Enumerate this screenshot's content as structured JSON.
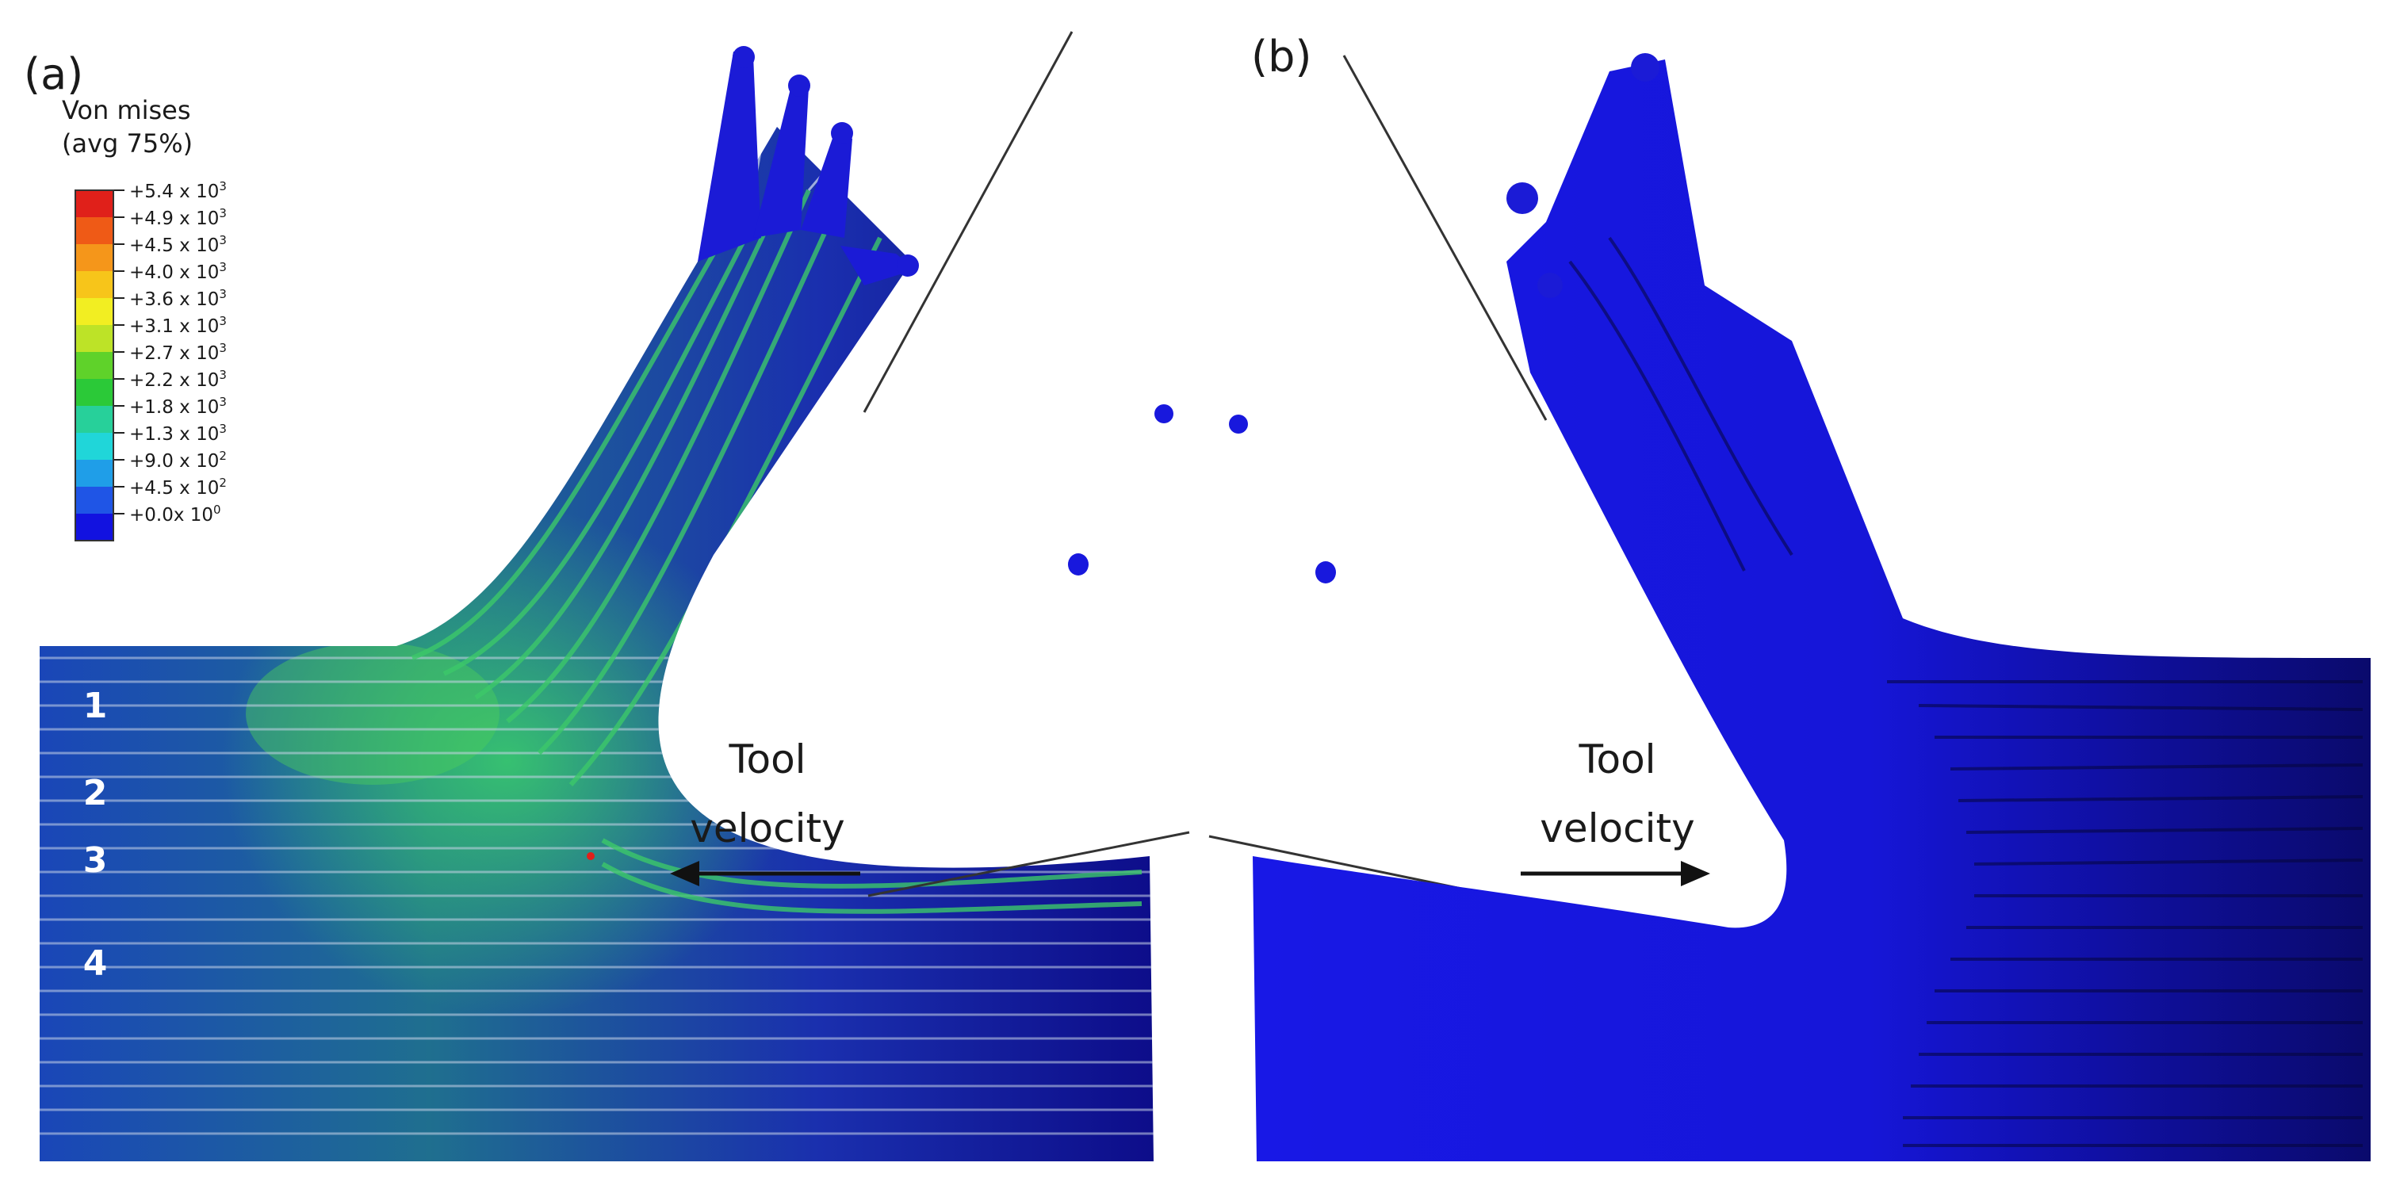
{
  "panels": {
    "a": {
      "label": "(a)",
      "tool_label_1": "Tool",
      "tool_label_2": "velocity",
      "arrow_direction": "left"
    },
    "b": {
      "label": "(b)",
      "tool_label_1": "Tool",
      "tool_label_2": "velocity",
      "arrow_direction": "right"
    }
  },
  "legend": {
    "title_line1": "Von mises",
    "title_line2": "(avg 75%)",
    "entries": [
      {
        "mant": "+5.4 x 10",
        "exp": "3",
        "color": "#e0201a"
      },
      {
        "mant": "+4.9 x 10",
        "exp": "3",
        "color": "#ef5a16"
      },
      {
        "mant": "+4.5 x 10",
        "exp": "3",
        "color": "#f5961a"
      },
      {
        "mant": "+4.0 x 10",
        "exp": "3",
        "color": "#f7c51a"
      },
      {
        "mant": "+3.6 x 10",
        "exp": "3",
        "color": "#f2ee22"
      },
      {
        "mant": "+3.1 x 10",
        "exp": "3",
        "color": "#bde327"
      },
      {
        "mant": "+2.7 x 10",
        "exp": "3",
        "color": "#5fd22a"
      },
      {
        "mant": "+2.2 x 10",
        "exp": "3",
        "color": "#2bc938"
      },
      {
        "mant": "+1.8 x 10",
        "exp": "3",
        "color": "#27d09a"
      },
      {
        "mant": "+1.3 x 10",
        "exp": "3",
        "color": "#20d6d9"
      },
      {
        "mant": "+9.0 x 10",
        "exp": "2",
        "color": "#1f9ee8"
      },
      {
        "mant": "+4.5 x 10",
        "exp": "2",
        "color": "#1f55e6"
      },
      {
        "mant": "+0.0x 10",
        "exp": "0",
        "color": "#1212e0"
      }
    ]
  },
  "layer_labels": [
    "1",
    "2",
    "3",
    "4"
  ],
  "colors": {
    "mesh_blue": "#1c1cd9",
    "deep_blue": "#0c0c6e",
    "stress_green": "#2bbd55",
    "tool_line": "#333333"
  }
}
